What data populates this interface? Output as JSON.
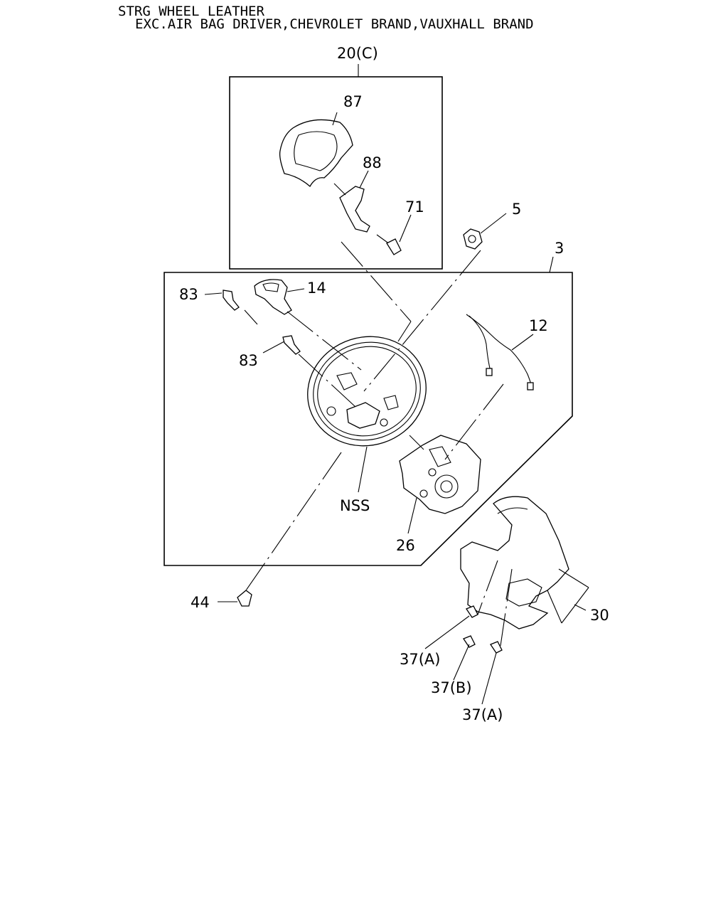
{
  "header": {
    "line1": "STRG WHEEL LEATHER",
    "line2": "EXC.AIR BAG DRIVER,CHEVROLET BRAND,VAUXHALL BRAND"
  },
  "callouts": {
    "assy_20c": "20(C)",
    "p87": "87",
    "p88": "88",
    "p71": "71",
    "p5": "5",
    "p3": "3",
    "p14": "14",
    "p83a": "83",
    "p83b": "83",
    "p12": "12",
    "nss": "NSS",
    "p26": "26",
    "p44": "44",
    "p30": "30",
    "p37a1": "37(A)",
    "p37b": "37(B)",
    "p37a2": "37(A)"
  }
}
